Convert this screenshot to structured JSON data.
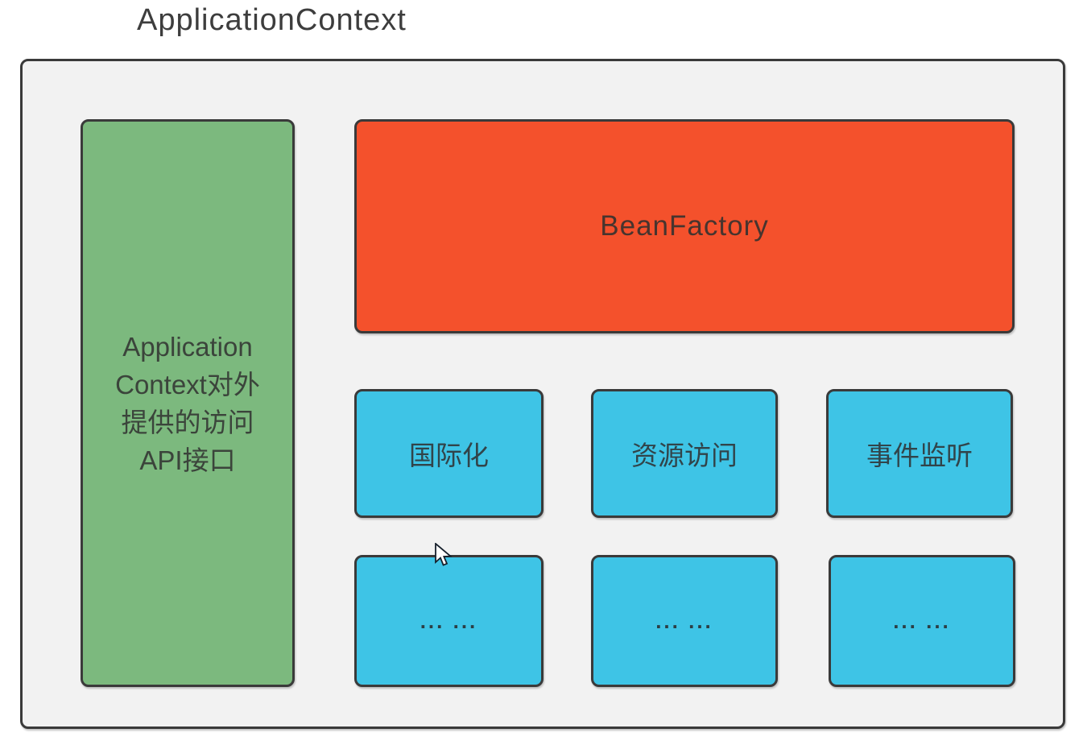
{
  "title": "ApplicationContext",
  "colors": {
    "page_bg": "#ffffff",
    "container_bg": "#f2f2f2",
    "border": "#3a3a3a",
    "api_box_bg": "#7cb97e",
    "bean_factory_bg": "#f4512c",
    "feature_bg": "#3ec4e6",
    "text": "#3d3d3d"
  },
  "container": {
    "api_box": {
      "text": "Application\nContext对外\n提供的访问\nAPI接口"
    },
    "bean_factory": {
      "label": "BeanFactory"
    },
    "features": [
      {
        "label": "国际化"
      },
      {
        "label": "资源访问"
      },
      {
        "label": "事件监听"
      }
    ],
    "placeholders": [
      {
        "label": "... ..."
      },
      {
        "label": "... ..."
      },
      {
        "label": "... ..."
      }
    ]
  }
}
